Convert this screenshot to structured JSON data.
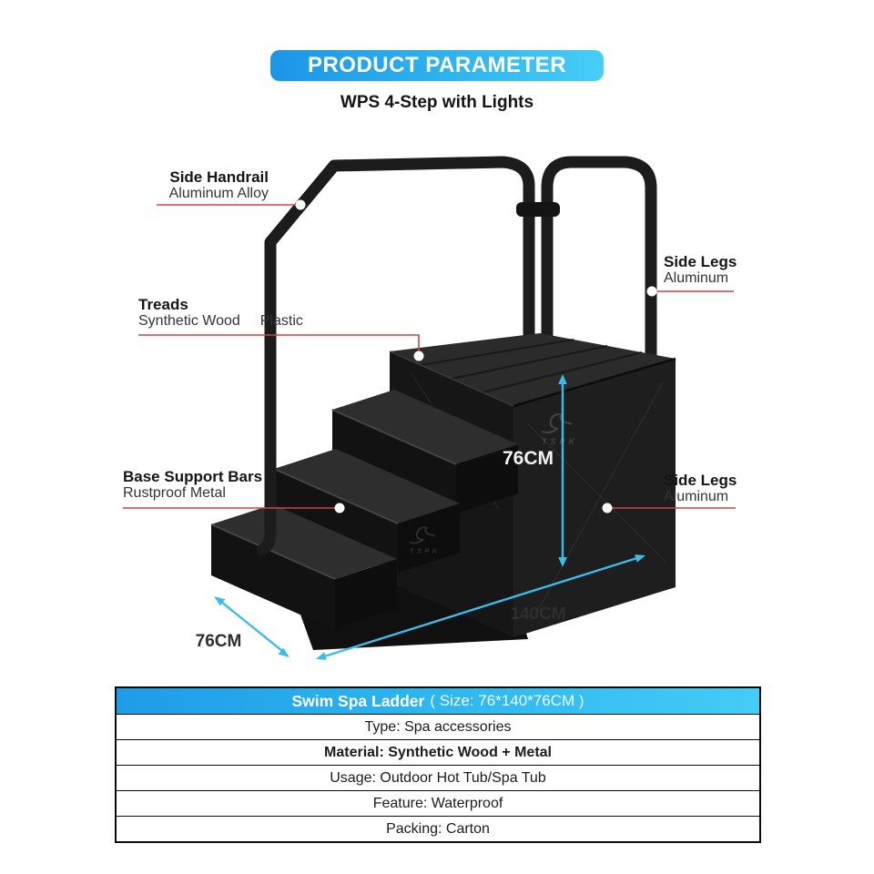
{
  "header": {
    "banner": "PRODUCT PARAMETER",
    "subtitle": "WPS 4-Step with Lights"
  },
  "callouts": [
    {
      "id": "side-handrail",
      "label": "Side Handrail",
      "sublabel": "Aluminum Alloy"
    },
    {
      "id": "treads",
      "label": "Treads",
      "sublabel_left": "Synthetic Wood",
      "sublabel_right": "Plastic"
    },
    {
      "id": "base-support-bars",
      "label": "Base Support Bars",
      "sublabel": "Rustproof Metal"
    },
    {
      "id": "side-legs-upper",
      "label": "Side Legs",
      "sublabel": "Aluminum"
    },
    {
      "id": "side-legs-lower",
      "label": "Side Legs",
      "sublabel": "Aluminum"
    }
  ],
  "dimensions": {
    "height": "76CM",
    "length": "140CM",
    "depth": "76CM"
  },
  "watermark": "TSPK",
  "spec_table": {
    "title": "Swim Spa Ladder",
    "title_size": "( Size: 76*140*76CM )",
    "rows": [
      {
        "text": "Type: Spa accessories"
      },
      {
        "text": "Material: Synthetic Wood + Metal"
      },
      {
        "text": "Usage: Outdoor Hot Tub/Spa Tub"
      },
      {
        "text": "Feature: Waterproof"
      },
      {
        "text": "Packing: Carton"
      }
    ]
  },
  "colors": {
    "banner_blue_start": "#1d95e8",
    "banner_blue_end": "#47cef7",
    "callout_red": "#d84040",
    "dimension_cyan": "#3bbce9",
    "ladder_black": "#1c1c1c"
  }
}
